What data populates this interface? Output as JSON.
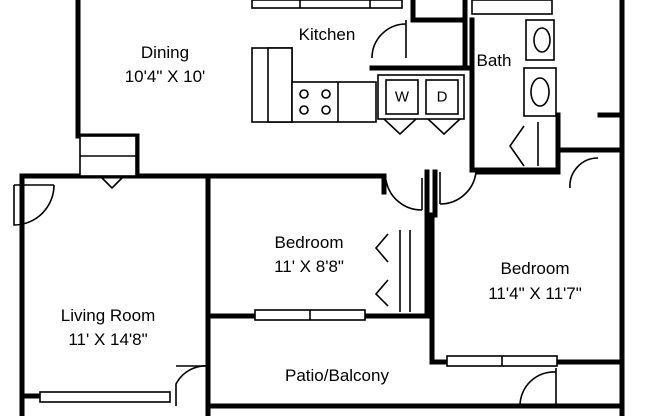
{
  "rooms": {
    "kitchen": {
      "name": "Kitchen"
    },
    "dining": {
      "name": "Dining",
      "size": "10'4\" X 10'"
    },
    "bath": {
      "name": "Bath"
    },
    "bedroom1": {
      "name": "Bedroom",
      "size": "11' X 8'8\""
    },
    "bedroom2": {
      "name": "Bedroom",
      "size": "11'4\" X 11'7\""
    },
    "living": {
      "name": "Living Room",
      "size": "11' X 14'8\""
    },
    "patio": {
      "name": "Patio/Balcony"
    }
  },
  "appliances": {
    "washer": "W",
    "dryer": "D"
  }
}
